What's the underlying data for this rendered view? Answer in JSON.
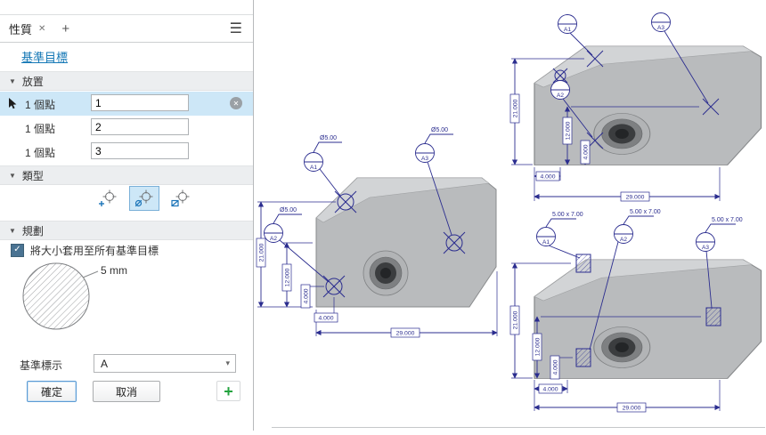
{
  "panel": {
    "tab_title": "性質",
    "link": "基準目標",
    "section_placement": "放置",
    "section_type": "類型",
    "section_plan": "規劃",
    "rows": [
      {
        "label": "1 個點",
        "value": "1"
      },
      {
        "label": "1 個點",
        "value": "2"
      },
      {
        "label": "1 個點",
        "value": "3"
      }
    ],
    "apply_all_label": "將大小套用至所有基準目標",
    "size_preview_label": "5 mm",
    "datum_label": "基準標示",
    "datum_value": "A",
    "ok_label": "確定",
    "cancel_label": "取消",
    "icons": {
      "close": "✕",
      "add_tab": "+",
      "menu": "☰",
      "collapse": "▼",
      "clear": "✕",
      "check": "✓",
      "dropdown": "▾",
      "add_green": "+"
    },
    "colors": {
      "accent": "#1578b6",
      "selection": "#cde7f7",
      "add_green": "#23a33f"
    }
  },
  "canvas": {
    "annotation_color": "#2b2d8f",
    "part_color": "#b9bbbd",
    "views": [
      {
        "name": "front-view-circle-targets",
        "balloons": [
          "A1",
          "A2",
          "A3"
        ],
        "sizes": [
          "Ø5.00",
          "Ø5.00",
          "Ø5.00"
        ],
        "dims_v": [
          "21.000",
          "12.000",
          "4.000"
        ],
        "dims_h": [
          "4.000",
          "29.000"
        ]
      },
      {
        "name": "top-right-view-point-targets",
        "balloons": [
          "A1",
          "A2",
          "A3"
        ],
        "dims_v": [
          "21.000",
          "12.000",
          "4.000"
        ],
        "dims_h": [
          "4.000",
          "29.000"
        ]
      },
      {
        "name": "bottom-right-view-area-targets",
        "balloons": [
          "A1",
          "A2",
          "A3"
        ],
        "sizes": [
          "5.00 x 7.00",
          "5.00 x 7.00",
          "5.00 x 7.00"
        ],
        "dims_v": [
          "21.000",
          "12.000",
          "4.000"
        ],
        "dims_h": [
          "4.000",
          "29.000"
        ]
      }
    ]
  }
}
